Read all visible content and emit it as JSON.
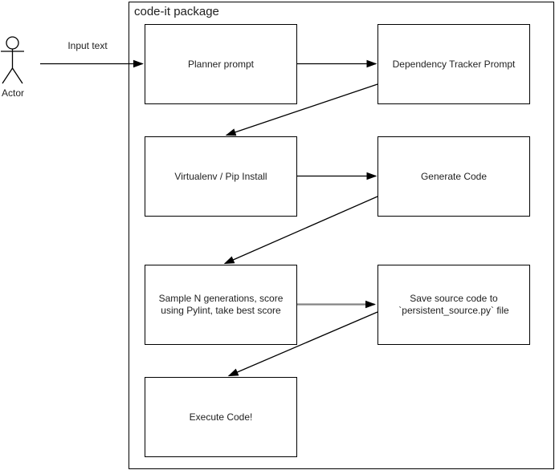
{
  "title": "code-it package",
  "actor": {
    "label": "Actor"
  },
  "nodes": [
    {
      "id": "planner",
      "label": "Planner prompt"
    },
    {
      "id": "dependency-tracker",
      "label": "Dependency Tracker Prompt"
    },
    {
      "id": "virtualenv",
      "label": "Virtualenv / Pip Install"
    },
    {
      "id": "generate-code",
      "label": "Generate Code"
    },
    {
      "id": "sample-generations",
      "label": "Sample N generations, score using Pylint, take best score"
    },
    {
      "id": "save-source",
      "label": "Save source code to `persistent_source.py` file"
    },
    {
      "id": "execute-code",
      "label": "Execute Code!"
    }
  ],
  "edges": [
    {
      "from": "actor",
      "to": "planner",
      "label": "Input text",
      "color": "#000000"
    },
    {
      "from": "planner",
      "to": "dependency-tracker",
      "label": "",
      "color": "#000000"
    },
    {
      "from": "dependency-tracker",
      "to": "virtualenv",
      "label": "",
      "color": "#000000"
    },
    {
      "from": "virtualenv",
      "to": "generate-code",
      "label": "",
      "color": "#000000"
    },
    {
      "from": "generate-code",
      "to": "sample-generations",
      "label": "",
      "color": "#000000"
    },
    {
      "from": "sample-generations",
      "to": "save-source",
      "label": "",
      "color": "#848484"
    },
    {
      "from": "save-source",
      "to": "execute-code",
      "label": "",
      "color": "#000000"
    }
  ],
  "colors": {
    "stroke": "#000000",
    "text": "#1f1f1f",
    "background": "#ffffff",
    "gray_connector": "#848484"
  }
}
